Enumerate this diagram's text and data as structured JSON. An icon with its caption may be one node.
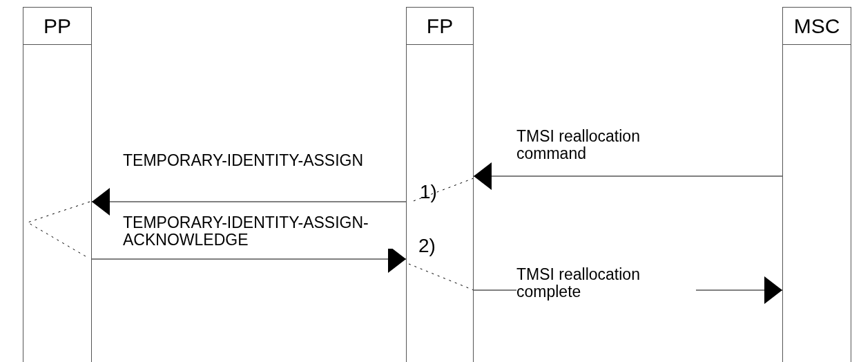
{
  "diagram": {
    "nodes": [
      {
        "text": [
          "PP"
        ]
      },
      {
        "text": [
          "FP"
        ]
      },
      {
        "text": [
          "MSC"
        ]
      }
    ],
    "edges": [
      {
        "from": 2,
        "to": 1,
        "arrow": "to",
        "label": "TMSI reallocation command"
      },
      {
        "from": 1,
        "to": 0,
        "arrow": "to",
        "label": "TEMPORARY-IDENTITY-ASSIGN"
      },
      {
        "from": 0,
        "to": 1,
        "arrow": "to",
        "label": "TEMPORARY-IDENTITY-ASSIGN-ACKNOWLEDGE"
      },
      {
        "from": 1,
        "to": 2,
        "arrow": "to",
        "label": "TMSI reallocation complete"
      }
    ],
    "labels": [
      "1)",
      "2)"
    ]
  }
}
